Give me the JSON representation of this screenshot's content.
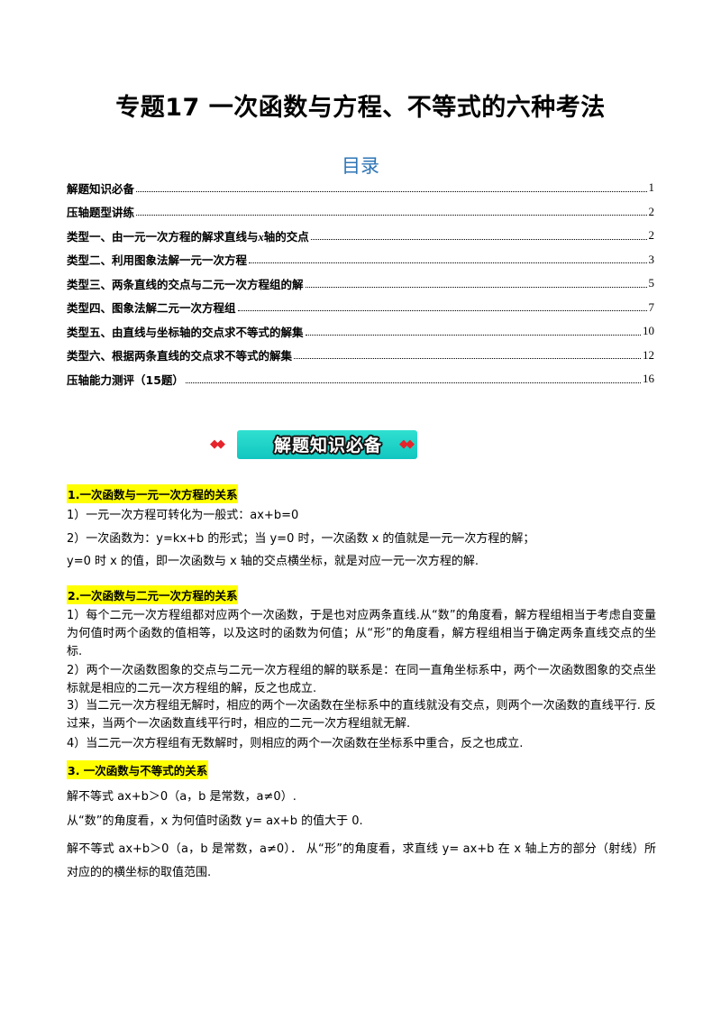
{
  "title": "专题17  一次函数与方程、不等式的六种考法",
  "toc_heading": "目录",
  "toc": [
    {
      "label": "解题知识必备",
      "page": "1"
    },
    {
      "label": "压轴题型讲练",
      "page": "2"
    },
    {
      "label_pre": "类型一、由一元一次方程的解求直线与",
      "label_var": "x",
      "label_post": "轴的交点",
      "page": "2"
    },
    {
      "label": "类型二、利用图象法解一元一次方程",
      "page": "3"
    },
    {
      "label": "类型三、两条直线的交点与二元一次方程组的解",
      "page": "5"
    },
    {
      "label": "类型四、图象法解二元一次方程组",
      "page": "7"
    },
    {
      "label": "类型五、由直线与坐标轴的交点求不等式的解集",
      "page": "10"
    },
    {
      "label": "类型六、根据两条直线的交点求不等式的解集",
      "page": "12"
    },
    {
      "label": "压轴能力测评（15题）",
      "page": "16"
    }
  ],
  "banner": {
    "text": "解题知识必备",
    "deco_left": "◆◆",
    "deco_right": "◆◆"
  },
  "section1": {
    "heading": "1.一次函数与一元一次方程的关系",
    "p1": "1）一元一次方程可转化为一般式：ax+b=0",
    "p2": "2）一次函数为：y=kx+b 的形式；当 y=0 时，一次函数 x 的值就是一元一次方程的解；",
    "p3": "y=0 时 x 的值，即一次函数与 x 轴的交点横坐标，就是对应一元一次方程的解."
  },
  "section2": {
    "heading": "2.一次函数与二元一次方程的关系",
    "p1": "1）每个二元一次方程组都对应两个一次函数，于是也对应两条直线.从“数”的角度看，解方程组相当于考虑自变量为何值时两个函数的值相等，以及这时的函数为何值；从“形”的角度看，解方程组相当于确定两条直线交点的坐标.",
    "p2": "2）两个一次函数图象的交点与二元一次方程组的解的联系是：在同一直角坐标系中，两个一次函数图象的交点坐标就是相应的二元一次方程组的解，反之也成立.",
    "p3": "3）当二元一次方程组无解时，相应的两个一次函数在坐标系中的直线就没有交点，则两个一次函数的直线平行. 反过来，当两个一次函数直线平行时，相应的二元一次方程组就无解.",
    "p4": "4）当二元一次方程组有无数解时，则相应的两个一次函数在坐标系中重合，反之也成立."
  },
  "section3": {
    "heading": "3. 一次函数与不等式的关系",
    "p1": "解不等式 ax+b＞0（a，b 是常数，a≠0）.",
    "p2": "从“数”的角度看，x 为何值时函数 y= ax+b 的值大于 0.",
    "p3": "解不等式 ax+b＞0（a，b 是常数，a≠0）．  从“形”的角度看，求直线 y= ax+b 在  x  轴上方的部分（射线）所对应的的横坐标的取值范围."
  }
}
